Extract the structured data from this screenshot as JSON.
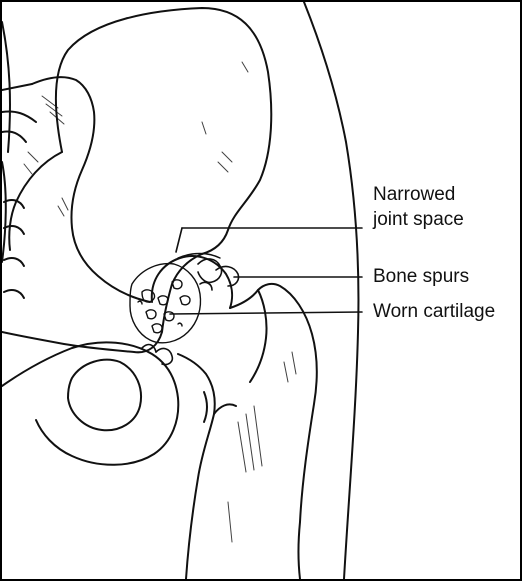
{
  "diagram": {
    "labels": {
      "narrowed_joint_space_line1": "Narrowed",
      "narrowed_joint_space_line2": "joint space",
      "bone_spurs": "Bone spurs",
      "worn_cartilage": "Worn cartilage"
    },
    "colors": {
      "ink": "#111111",
      "background": "#ffffff",
      "border": "#000000"
    }
  }
}
